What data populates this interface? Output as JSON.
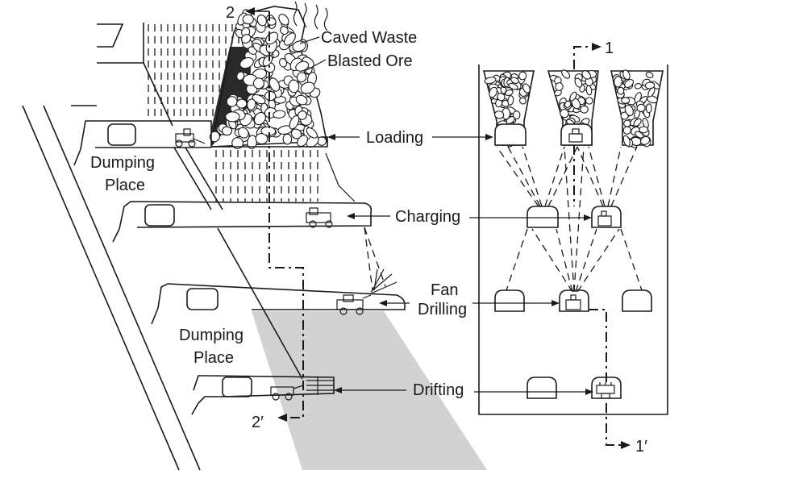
{
  "labels": {
    "caved_waste": "Caved Waste",
    "blasted_ore": "Blasted Ore",
    "loading": "Loading",
    "charging": "Charging",
    "fan": "Fan",
    "drilling": "Drilling",
    "drifting": "Drifting",
    "dumping_place": "Dumping",
    "dumping_place_2": "Place",
    "dumping_place_lower": "Dumping",
    "dumping_place_lower_2": "Place"
  },
  "section_markers": {
    "top_left": "2",
    "bottom_left": "2′",
    "top_right": "1",
    "bottom_right": "1′"
  },
  "colors": {
    "ink": "#1a1a1a",
    "orebody": "#d2d2d2",
    "background": "#ffffff"
  }
}
